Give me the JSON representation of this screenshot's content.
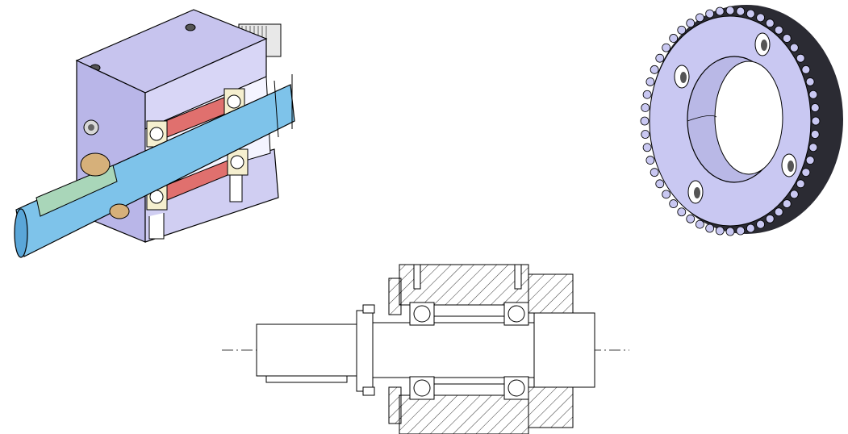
{
  "drawing": {
    "views": [
      {
        "id": "isometric-cutaway",
        "type": "3d-section-view"
      },
      {
        "id": "timing-pulley",
        "type": "3d-part-view"
      },
      {
        "id": "cross-section",
        "type": "2d-section-drawing"
      }
    ]
  },
  "colors": {
    "housing": "#c7c4ee",
    "housing_dark": "#8c89c8",
    "shaft": "#7ec3ea",
    "shaft_dark": "#3f8fc4",
    "key": "#a9d6b9",
    "spacer": "#e0706e",
    "bearing": "#f5efcf",
    "nut": "#d6b07a",
    "pulley_face": "#c9c8f2",
    "pulley_teeth": "#2b2b33",
    "line": "#000000",
    "hatch": "#000000"
  },
  "pulley": {
    "teeth_count": 52,
    "mounting_holes": 4
  }
}
